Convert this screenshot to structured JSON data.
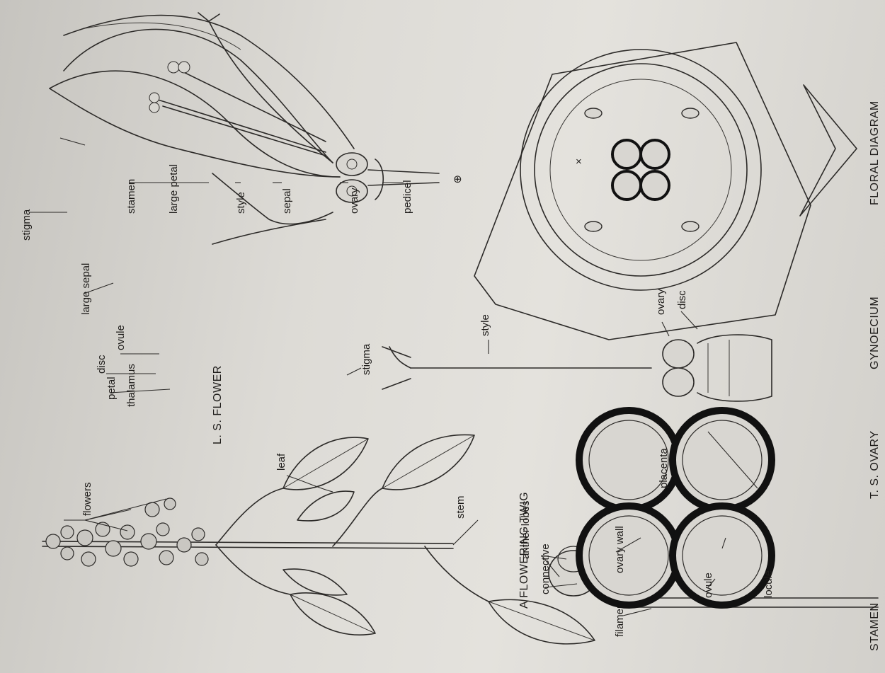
{
  "captions": {
    "flowering_twig": "A FLOWERING TWIG",
    "ls_flower": "L. S. FLOWER",
    "floral_diagram": "FLORAL DIAGRAM",
    "stamen": "STAMEN",
    "ts_ovary": "T. S. OVARY",
    "gynoecium": "GYNOECIUM"
  },
  "labels": {
    "twig": {
      "flowers": "flowers",
      "leaf": "leaf",
      "stem": "stem"
    },
    "ls": {
      "stigma": "stigma",
      "stamen": "stamen",
      "large_petal": "large petal",
      "style": "style",
      "sepal": "sepal",
      "ovary": "ovary",
      "pedicel": "pedicel",
      "petal": "petal",
      "large_sepal": "large sepal",
      "ovule": "ovule",
      "disc": "disc",
      "thalamus": "thalamus"
    },
    "gynoecium": {
      "stigma": "stigma",
      "style": "style",
      "ovary": "ovary",
      "disc": "disc"
    },
    "stamen": {
      "anther_lobes": "anther lobes",
      "connective": "connective",
      "filament": "filament"
    },
    "ts": {
      "ovary_wall": "ovary wall",
      "ovule": "ovule",
      "locule": "locule",
      "placenta": "placenta"
    }
  },
  "symbols": {
    "zygomorphic": "⊕",
    "mother_axis": "×"
  }
}
